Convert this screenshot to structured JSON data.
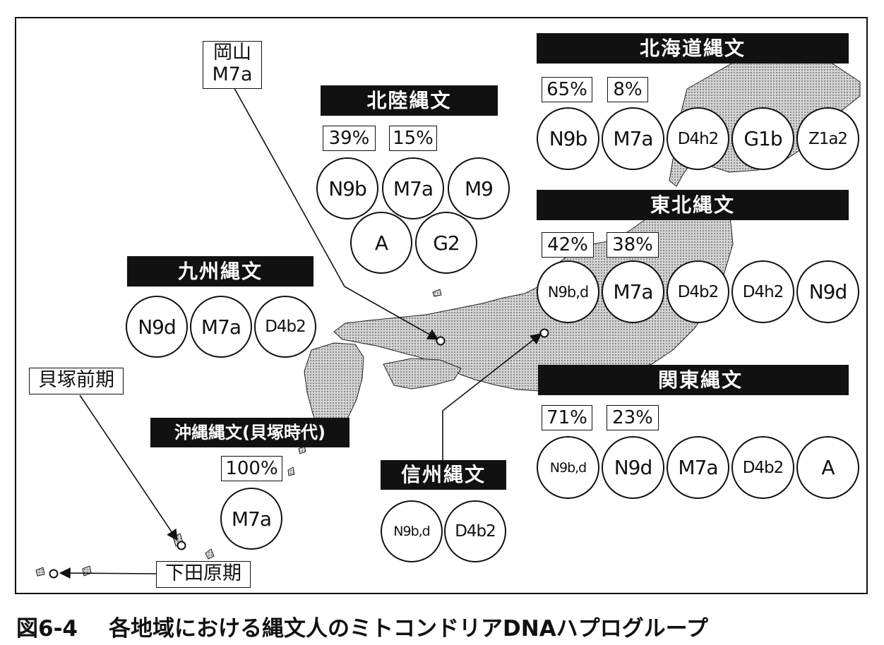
{
  "caption": {
    "figure_number": "図6-4",
    "title": "各地域における縄文人のミトコンドリアDNAハプログループ"
  },
  "regions": {
    "hokkaido": {
      "title": "北海道縄文",
      "percents": [
        "65%",
        "8%"
      ],
      "haplogroups": [
        "N9b",
        "M7a",
        "D4h2",
        "G1b",
        "Z1a2"
      ]
    },
    "hokuriku": {
      "title": "北陸縄文",
      "percents": [
        "39%",
        "15%"
      ],
      "haplogroups": [
        "N9b",
        "M7a",
        "M9",
        "A",
        "G2"
      ]
    },
    "tohoku": {
      "title": "東北縄文",
      "percents": [
        "42%",
        "38%"
      ],
      "haplogroups": [
        "N9b,d",
        "M7a",
        "D4b2",
        "D4h2",
        "N9d"
      ]
    },
    "kyushu": {
      "title": "九州縄文",
      "haplogroups": [
        "N9d",
        "M7a",
        "D4b2"
      ]
    },
    "kanto": {
      "title": "関東縄文",
      "percents": [
        "71%",
        "23%"
      ],
      "haplogroups": [
        "N9b,d",
        "N9d",
        "M7a",
        "D4b2",
        "A"
      ]
    },
    "okinawa": {
      "title": "沖縄縄文(貝塚時代)",
      "percents": [
        "100%"
      ],
      "haplogroups": [
        "M7a"
      ]
    },
    "shinshu": {
      "title": "信州縄文",
      "haplogroups": [
        "N9b,d",
        "D4b2"
      ]
    }
  },
  "labels": {
    "okayama": {
      "place": "岡山",
      "haplogroup": "M7a"
    },
    "kaizuka_early": "貝塚前期",
    "shimotabaru": "下田原期"
  },
  "colors": {
    "title_bar": "#111111",
    "land_fill": "#bdbdbd",
    "outline": "#111111"
  }
}
